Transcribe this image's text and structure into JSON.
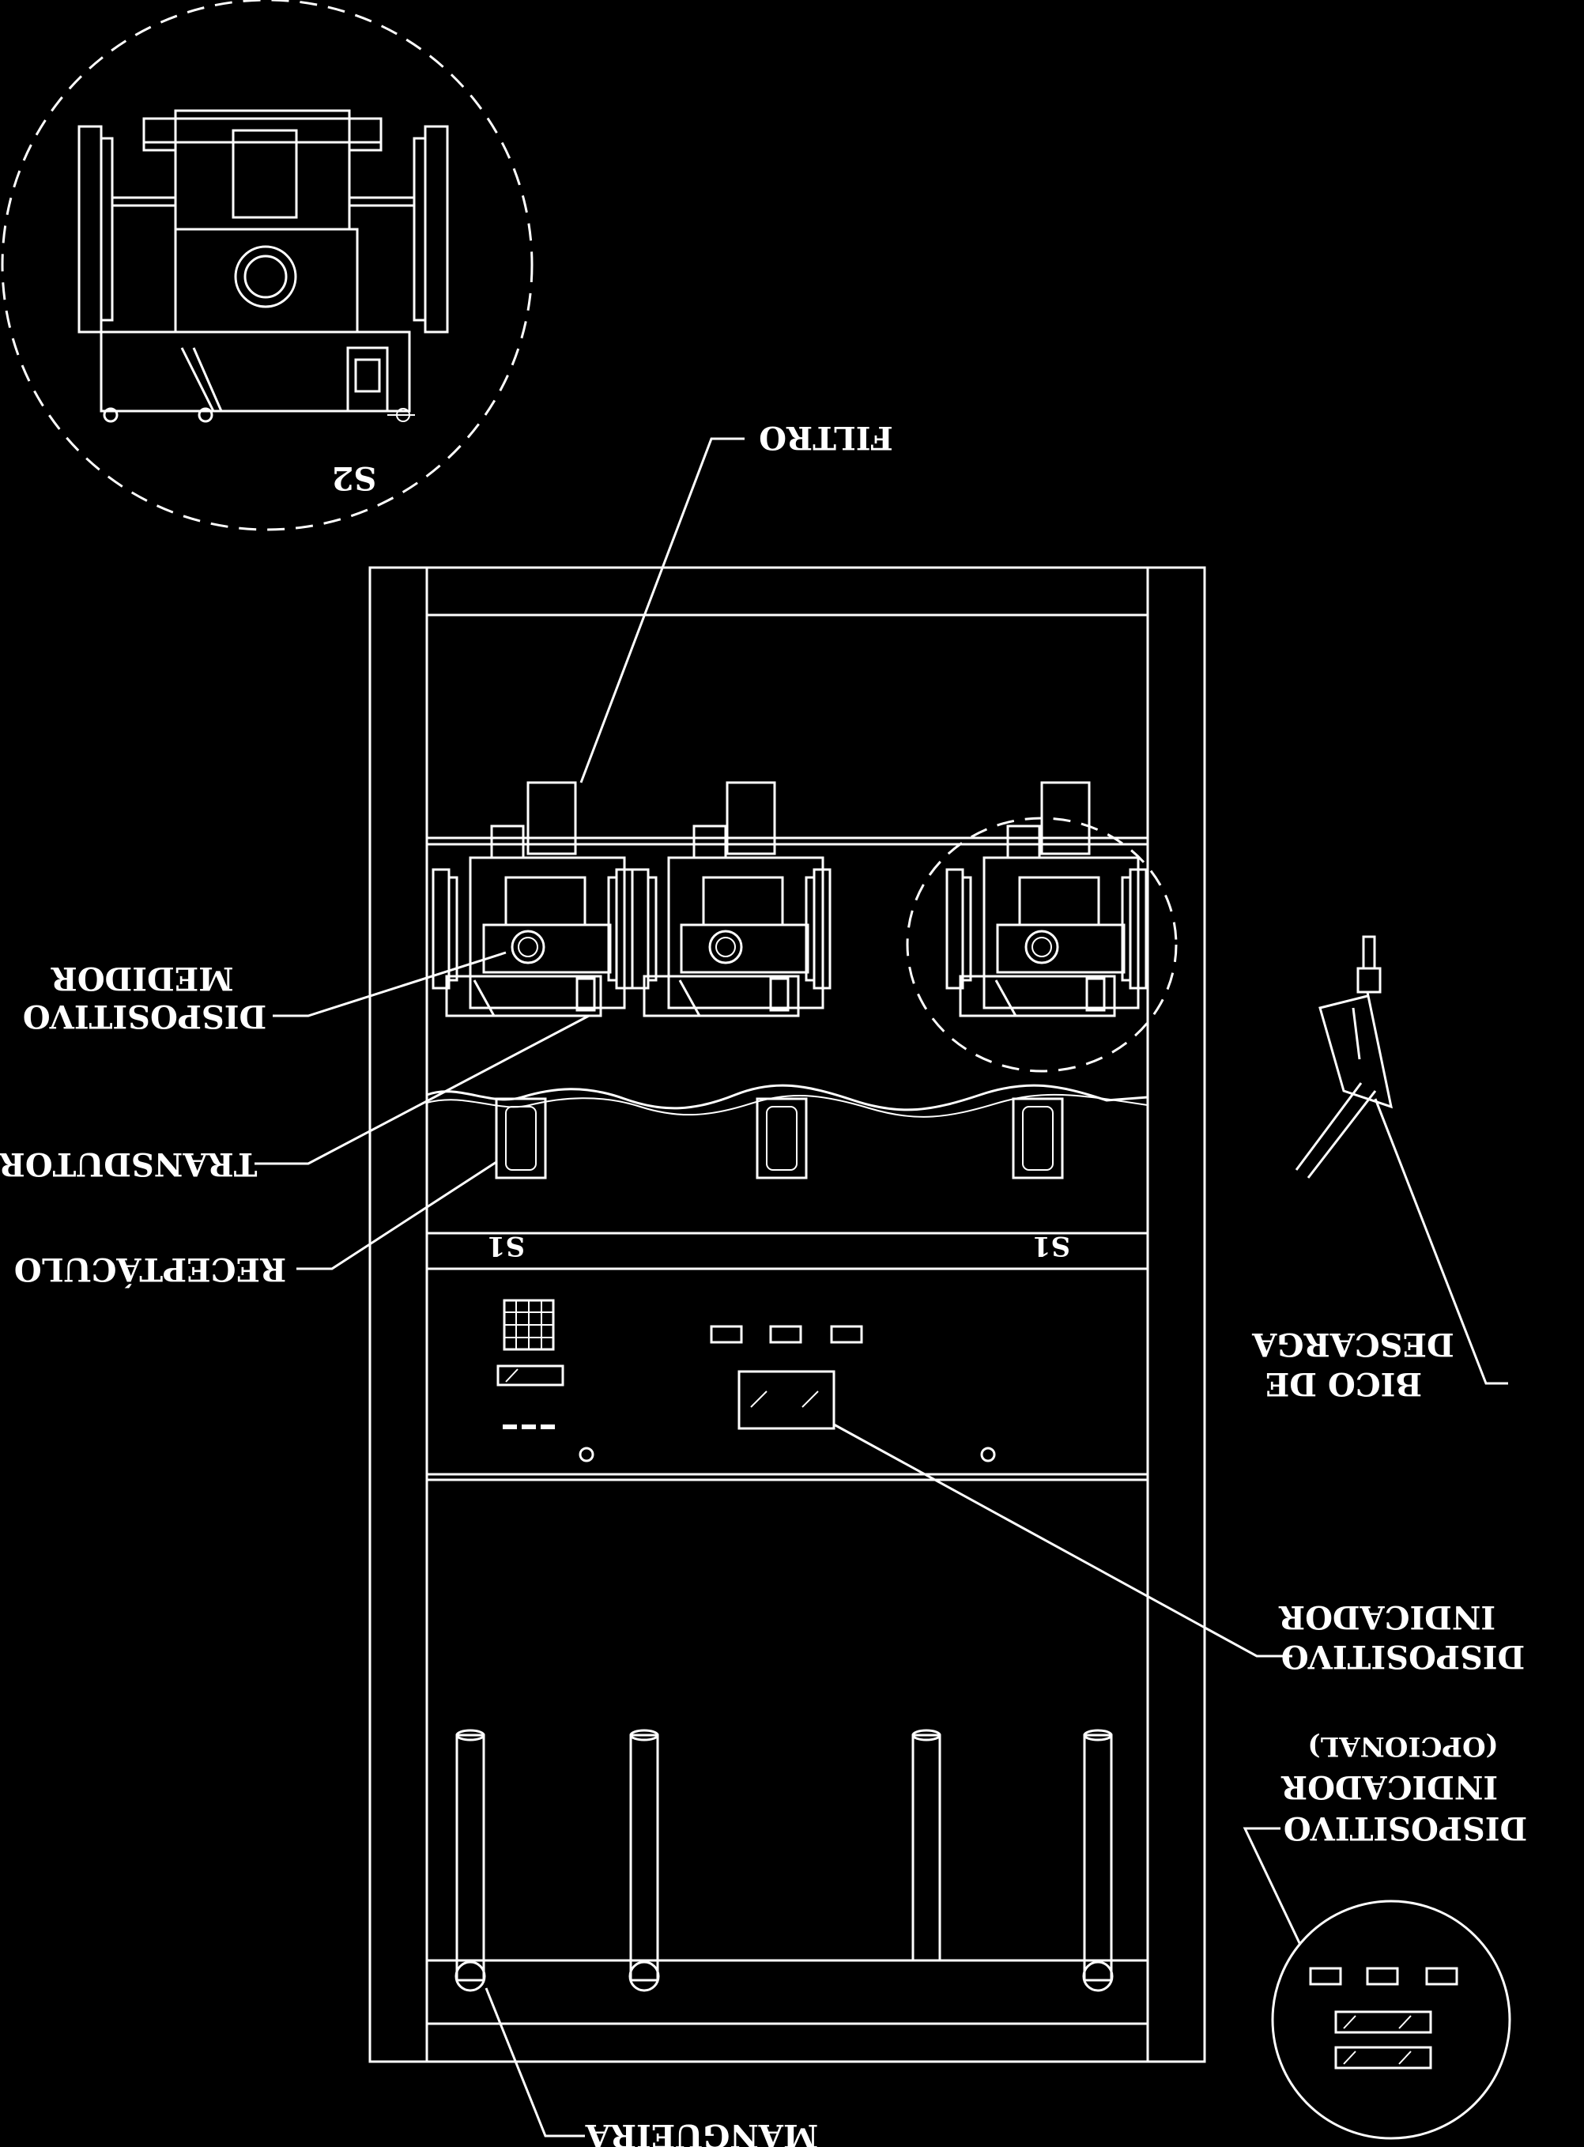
{
  "labels": {
    "filtro": "FILTRO",
    "medidor": "MEDIDOR",
    "dispositivo_medidor": "DISPOSITIVO",
    "transdutor": "TRANSDUTOR",
    "receptaculo": "RECEPTÁCULO",
    "descarga": "DESCARGA",
    "bico_de": "BICO  DE",
    "indicador": "INDICADOR",
    "dispositivo_indicador": "DISPOSITIVO",
    "opcional": "(OPCIONAL)",
    "indicador_opcional": "INDICADOR",
    "dispositivo_opcional": "DISPOSITIVO",
    "mangueira": "MANGUEIRA",
    "s1_left": "S1",
    "s1_right": "S1",
    "s2": "S2"
  }
}
